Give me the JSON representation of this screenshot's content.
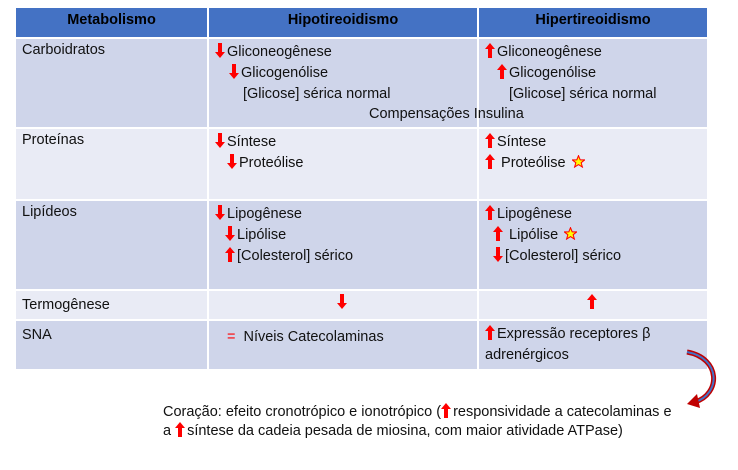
{
  "table": {
    "headers": [
      "Metabolismo",
      "Hipotireoidismo",
      "Hipertireoidismo"
    ],
    "rows": {
      "carb": {
        "label": "Carboidratos",
        "hipo": [
          "Gliconeogênese",
          "Glicogenólise",
          "[Glicose] sérica normal"
        ],
        "hiper": [
          "Gliconeogênese",
          "Glicogenólise",
          "[Glicose] sérica normal"
        ],
        "note": "Compensações Insulina"
      },
      "prot": {
        "label": "Proteínas",
        "hipo": [
          "Síntese",
          "Proteólise"
        ],
        "hiper": [
          "Síntese",
          "Proteólise"
        ]
      },
      "lip": {
        "label": "Lipídeos",
        "hipo": [
          "Lipogênese",
          "Lipólise",
          "[Colesterol] sérico"
        ],
        "hiper": [
          "Lipogênese",
          "Lipólise",
          "[Colesterol] sérico"
        ]
      },
      "term": {
        "label": "Termogênese"
      },
      "sna": {
        "label": "SNA",
        "hipo_symbol": "=",
        "hipo": "Níveis Catecolaminas",
        "hiper": [
          "Expressão receptores β",
          "adrenérgicos"
        ]
      }
    }
  },
  "note": {
    "part1": "Coração: efeito cronotrópico e ionotrópico (",
    "part2": "responsividade a catecolaminas e a ",
    "part3": "síntese da cadeia pesada de miosina, com maior atividade ATPase)"
  },
  "colors": {
    "header": "#4472c4",
    "row_dark": "#cfd5ea",
    "row_light": "#e9ebf5",
    "arrow": "#ff0000",
    "star": "#ffff00"
  },
  "icons": [
    "arrow-up-icon",
    "arrow-down-icon",
    "star-icon",
    "curved-arrow-icon"
  ]
}
